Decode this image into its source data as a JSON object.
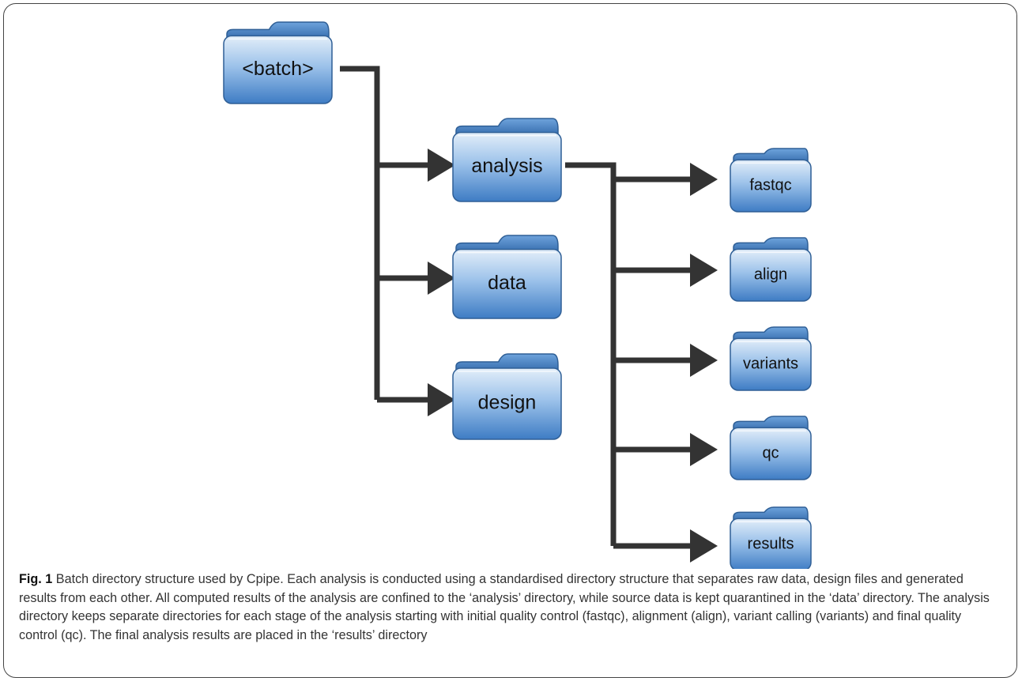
{
  "diagram": {
    "folders": {
      "batch": "<batch>",
      "analysis": "analysis",
      "data": "data",
      "design": "design",
      "fastqc": "fastqc",
      "align": "align",
      "variants": "variants",
      "qc": "qc",
      "results": "results"
    },
    "colors": {
      "folder_light": "#d8e9f8",
      "folder_dark": "#3f7fc7",
      "folder_stroke": "#2f5f96",
      "connector": "#333333"
    },
    "icon": "folder-icon"
  },
  "caption": {
    "label": "Fig. 1",
    "text": "Batch directory structure used by Cpipe. Each analysis is conducted using a standardised directory structure that separates raw data, design files and generated results from each other. All computed results of the analysis are confined to the ‘analysis’ directory, while source data is kept quarantined in the ‘data’ directory. The analysis directory keeps separate directories for each stage of the analysis starting with initial quality control (fastqc), alignment (align), variant calling (variants) and final quality control (qc). The final analysis results are placed in the ‘results’ directory"
  }
}
